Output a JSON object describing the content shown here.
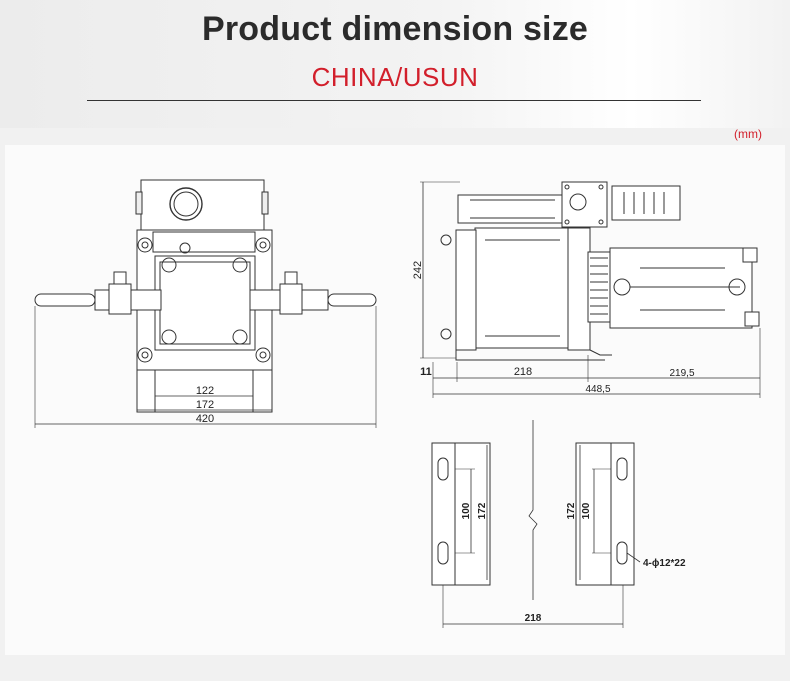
{
  "header": {
    "title": "Product dimension size",
    "brand": "CHINA/USUN",
    "unit": "(mm)"
  },
  "front_view": {
    "dim_122": "122",
    "dim_172": "172",
    "dim_420": "420"
  },
  "side_view": {
    "dim_242": "242",
    "dim_11": "11",
    "dim_218": "218",
    "dim_219_5": "219,5",
    "dim_448_5": "448,5"
  },
  "bracket_view": {
    "left_100": "100",
    "left_172": "172",
    "right_172": "172",
    "right_100": "100",
    "hole_note": "4-ϕ12*22",
    "dim_218": "218"
  },
  "colors": {
    "brand": "#d21f2b",
    "line": "#333333"
  }
}
